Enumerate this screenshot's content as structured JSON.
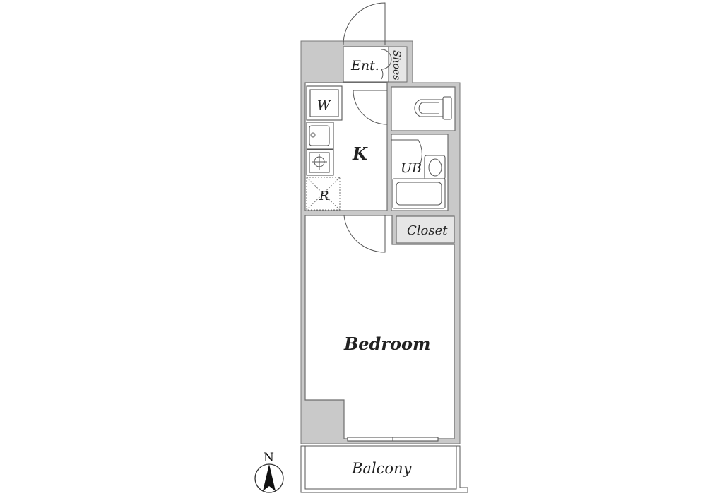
{
  "labels": {
    "entrance": "Ent.",
    "shoes": "Shoes",
    "washer": "W",
    "kitchen": "K",
    "bath": "UB",
    "refrigerator": "R",
    "closet": "Closet",
    "bedroom": "Bedroom",
    "balcony": "Balcony",
    "north": "N"
  },
  "colors": {
    "wall": "#c9c9c9",
    "line": "#6d6d6d",
    "closet_fill": "#e6e6e6"
  }
}
